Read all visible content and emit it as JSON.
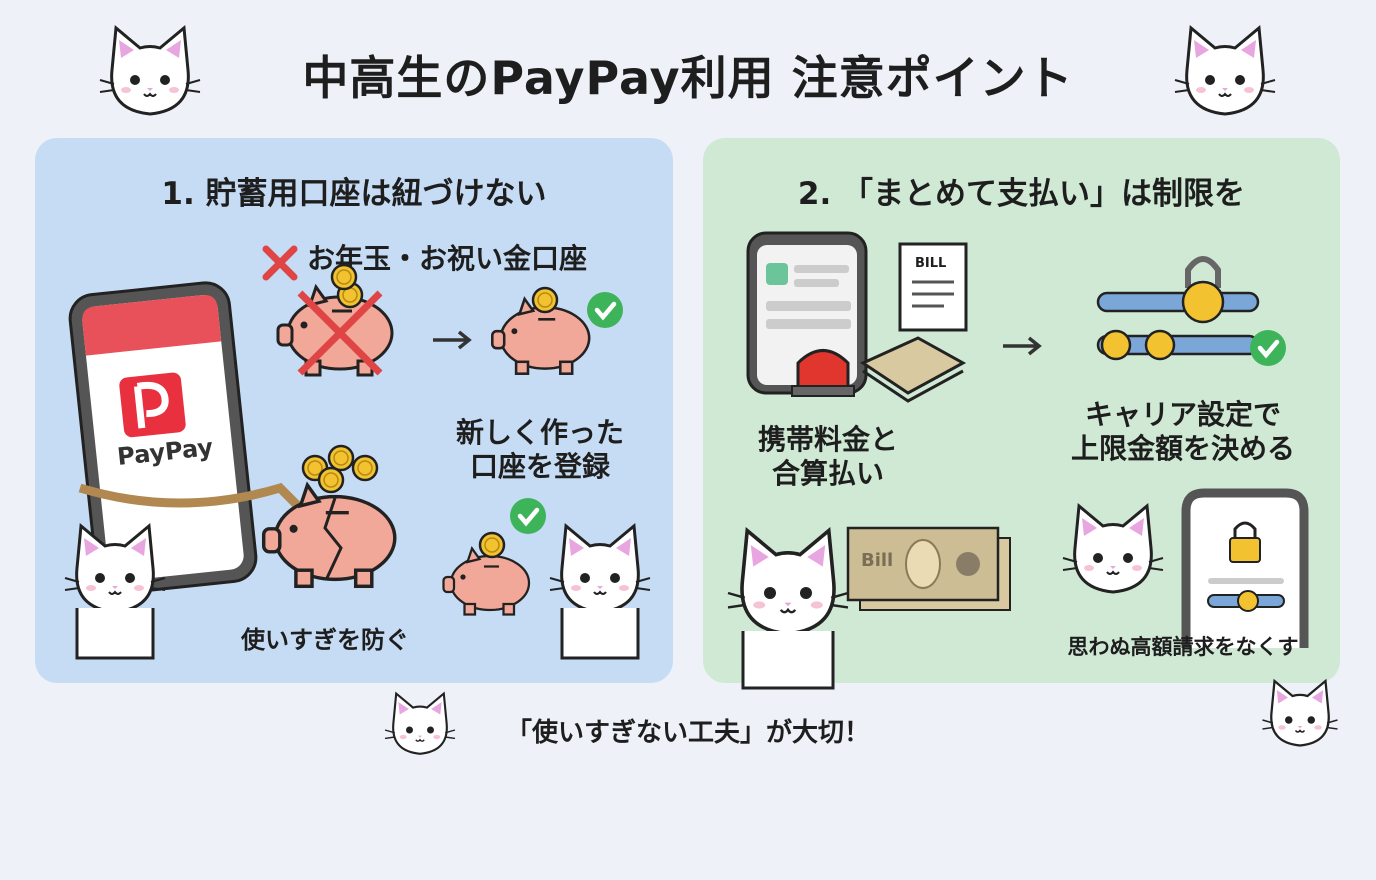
{
  "title": "中高生のPayPay利用 注意ポイント",
  "panel1": {
    "heading": "1. 貯蓄用口座は紐づけない",
    "bad_label": "お年玉・お祝い金口座",
    "good_label_line1": "新しく作った",
    "good_label_line2": "口座を登録",
    "phone_logo": "PayPay",
    "caption": "使いすぎを防ぐ"
  },
  "panel2": {
    "heading": "2. 「まとめて支払い」は制限を",
    "bill_label": "BILL",
    "left_label_line1": "携帯料金と",
    "left_label_line2": "合算払い",
    "right_label_line1": "キャリア設定で",
    "right_label_line2": "上限金額を決める",
    "banknote_label": "Bill",
    "caption": "思わぬ高額請求をなくす"
  },
  "footer": "「使いすぎない工夫」が大切！",
  "colors": {
    "panel1": "#c6dcf4",
    "panel2": "#cfe9d5",
    "paypay_red": "#e8303f",
    "check_green": "#3db45a",
    "cross_red": "#e04545",
    "coin": "#f2c230",
    "piggy": "#f2a898"
  }
}
